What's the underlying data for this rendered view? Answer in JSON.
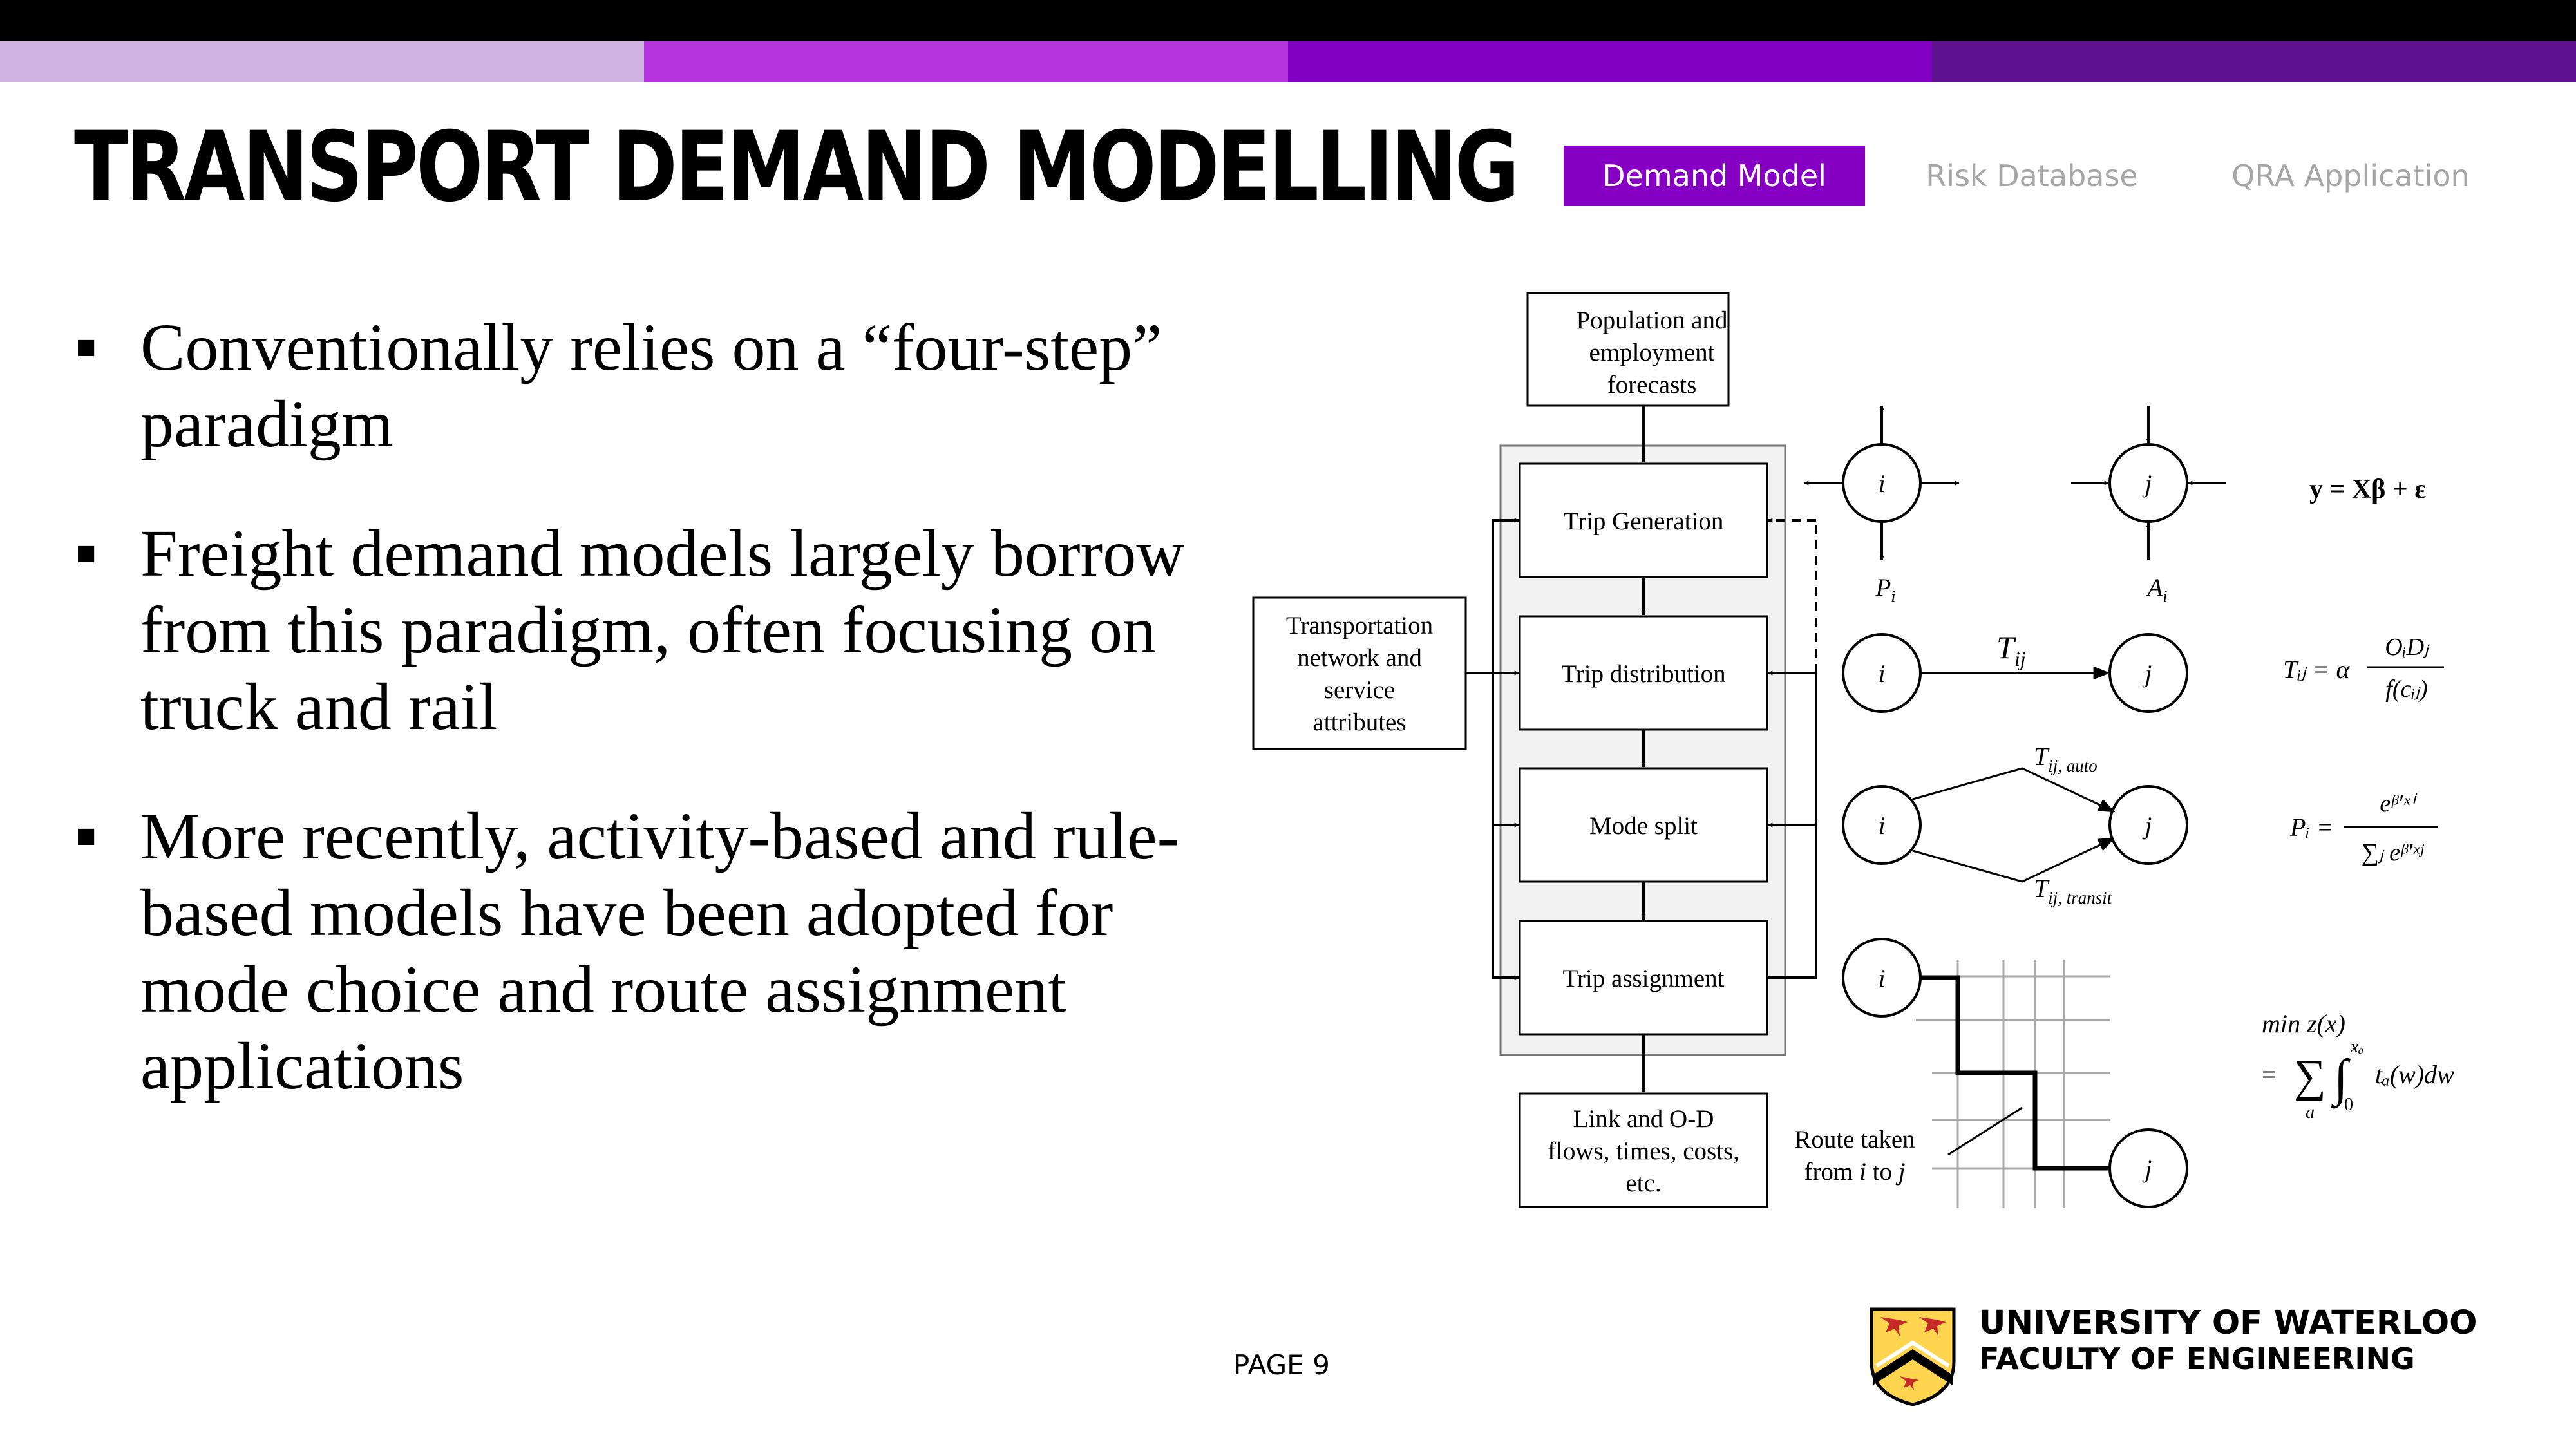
{
  "slide": {
    "title": "TRANSPORT DEMAND MODELLING",
    "page_label": "PAGE  9"
  },
  "stripe_colors": [
    "#ceb3e3",
    "#b534de",
    "#8200c4",
    "#5e1290"
  ],
  "tabs": {
    "demand_model": "Demand Model",
    "risk_database": "Risk Database",
    "qra_application": "QRA Application",
    "active_color": "#8500c2"
  },
  "bullets": [
    "Conventionally relies on a “four-step” paradigm",
    "Freight demand models largely borrow from this paradigm, often focusing on truck and rail",
    "More recently, activity-based and rule-based models have been adopted for mode choice and route assignment applications"
  ],
  "diagram": {
    "boxes": {
      "forecasts": [
        "Population and",
        "employment",
        "forecasts"
      ],
      "trip_generation": "Trip Generation",
      "trip_distribution": "Trip distribution",
      "mode_split": "Mode split",
      "trip_assignment": "Trip assignment",
      "network": [
        "Transportation",
        "network and",
        "service",
        "attributes"
      ],
      "outputs": [
        "Link and O-D",
        "flows, times, costs,",
        "etc."
      ]
    },
    "nodes": {
      "origin": "i",
      "destination": "j"
    },
    "labels": {
      "P": "P",
      "P_sub": "i",
      "A": "A",
      "A_sub": "i",
      "T": "T",
      "T_sub": "ij",
      "T_auto": "T",
      "T_auto_sub": "ij, auto",
      "T_transit": "T",
      "T_transit_sub": "ij, transit",
      "route_line1": "Route taken",
      "route_line2_pre": "from ",
      "route_line2_i": "i",
      "route_line2_mid": " to ",
      "route_line2_j": "j"
    },
    "equations": {
      "regression": "y = Xβ + ε",
      "gravity_lhs": "Tᵢⱼ = α",
      "gravity_num": "OᵢDⱼ",
      "gravity_den": "f(cᵢⱼ)",
      "logit_lhs": "Pᵢ =",
      "logit_num": "eᵝ′ˣⁱ",
      "logit_den": "∑ⱼ eᵝ′ˣʲ",
      "assignment_line1": "min z(x)",
      "assignment_eq": "=",
      "assignment_sum": "∑",
      "assignment_sum_idx": "a",
      "assignment_int": "∫",
      "assignment_upper": "xₐ",
      "assignment_lower": "0",
      "assignment_body": "tₐ(w)dw"
    }
  },
  "footer": {
    "university": "UNIVERSITY OF WATERLOO",
    "faculty": "FACULTY OF ENGINEERING"
  }
}
